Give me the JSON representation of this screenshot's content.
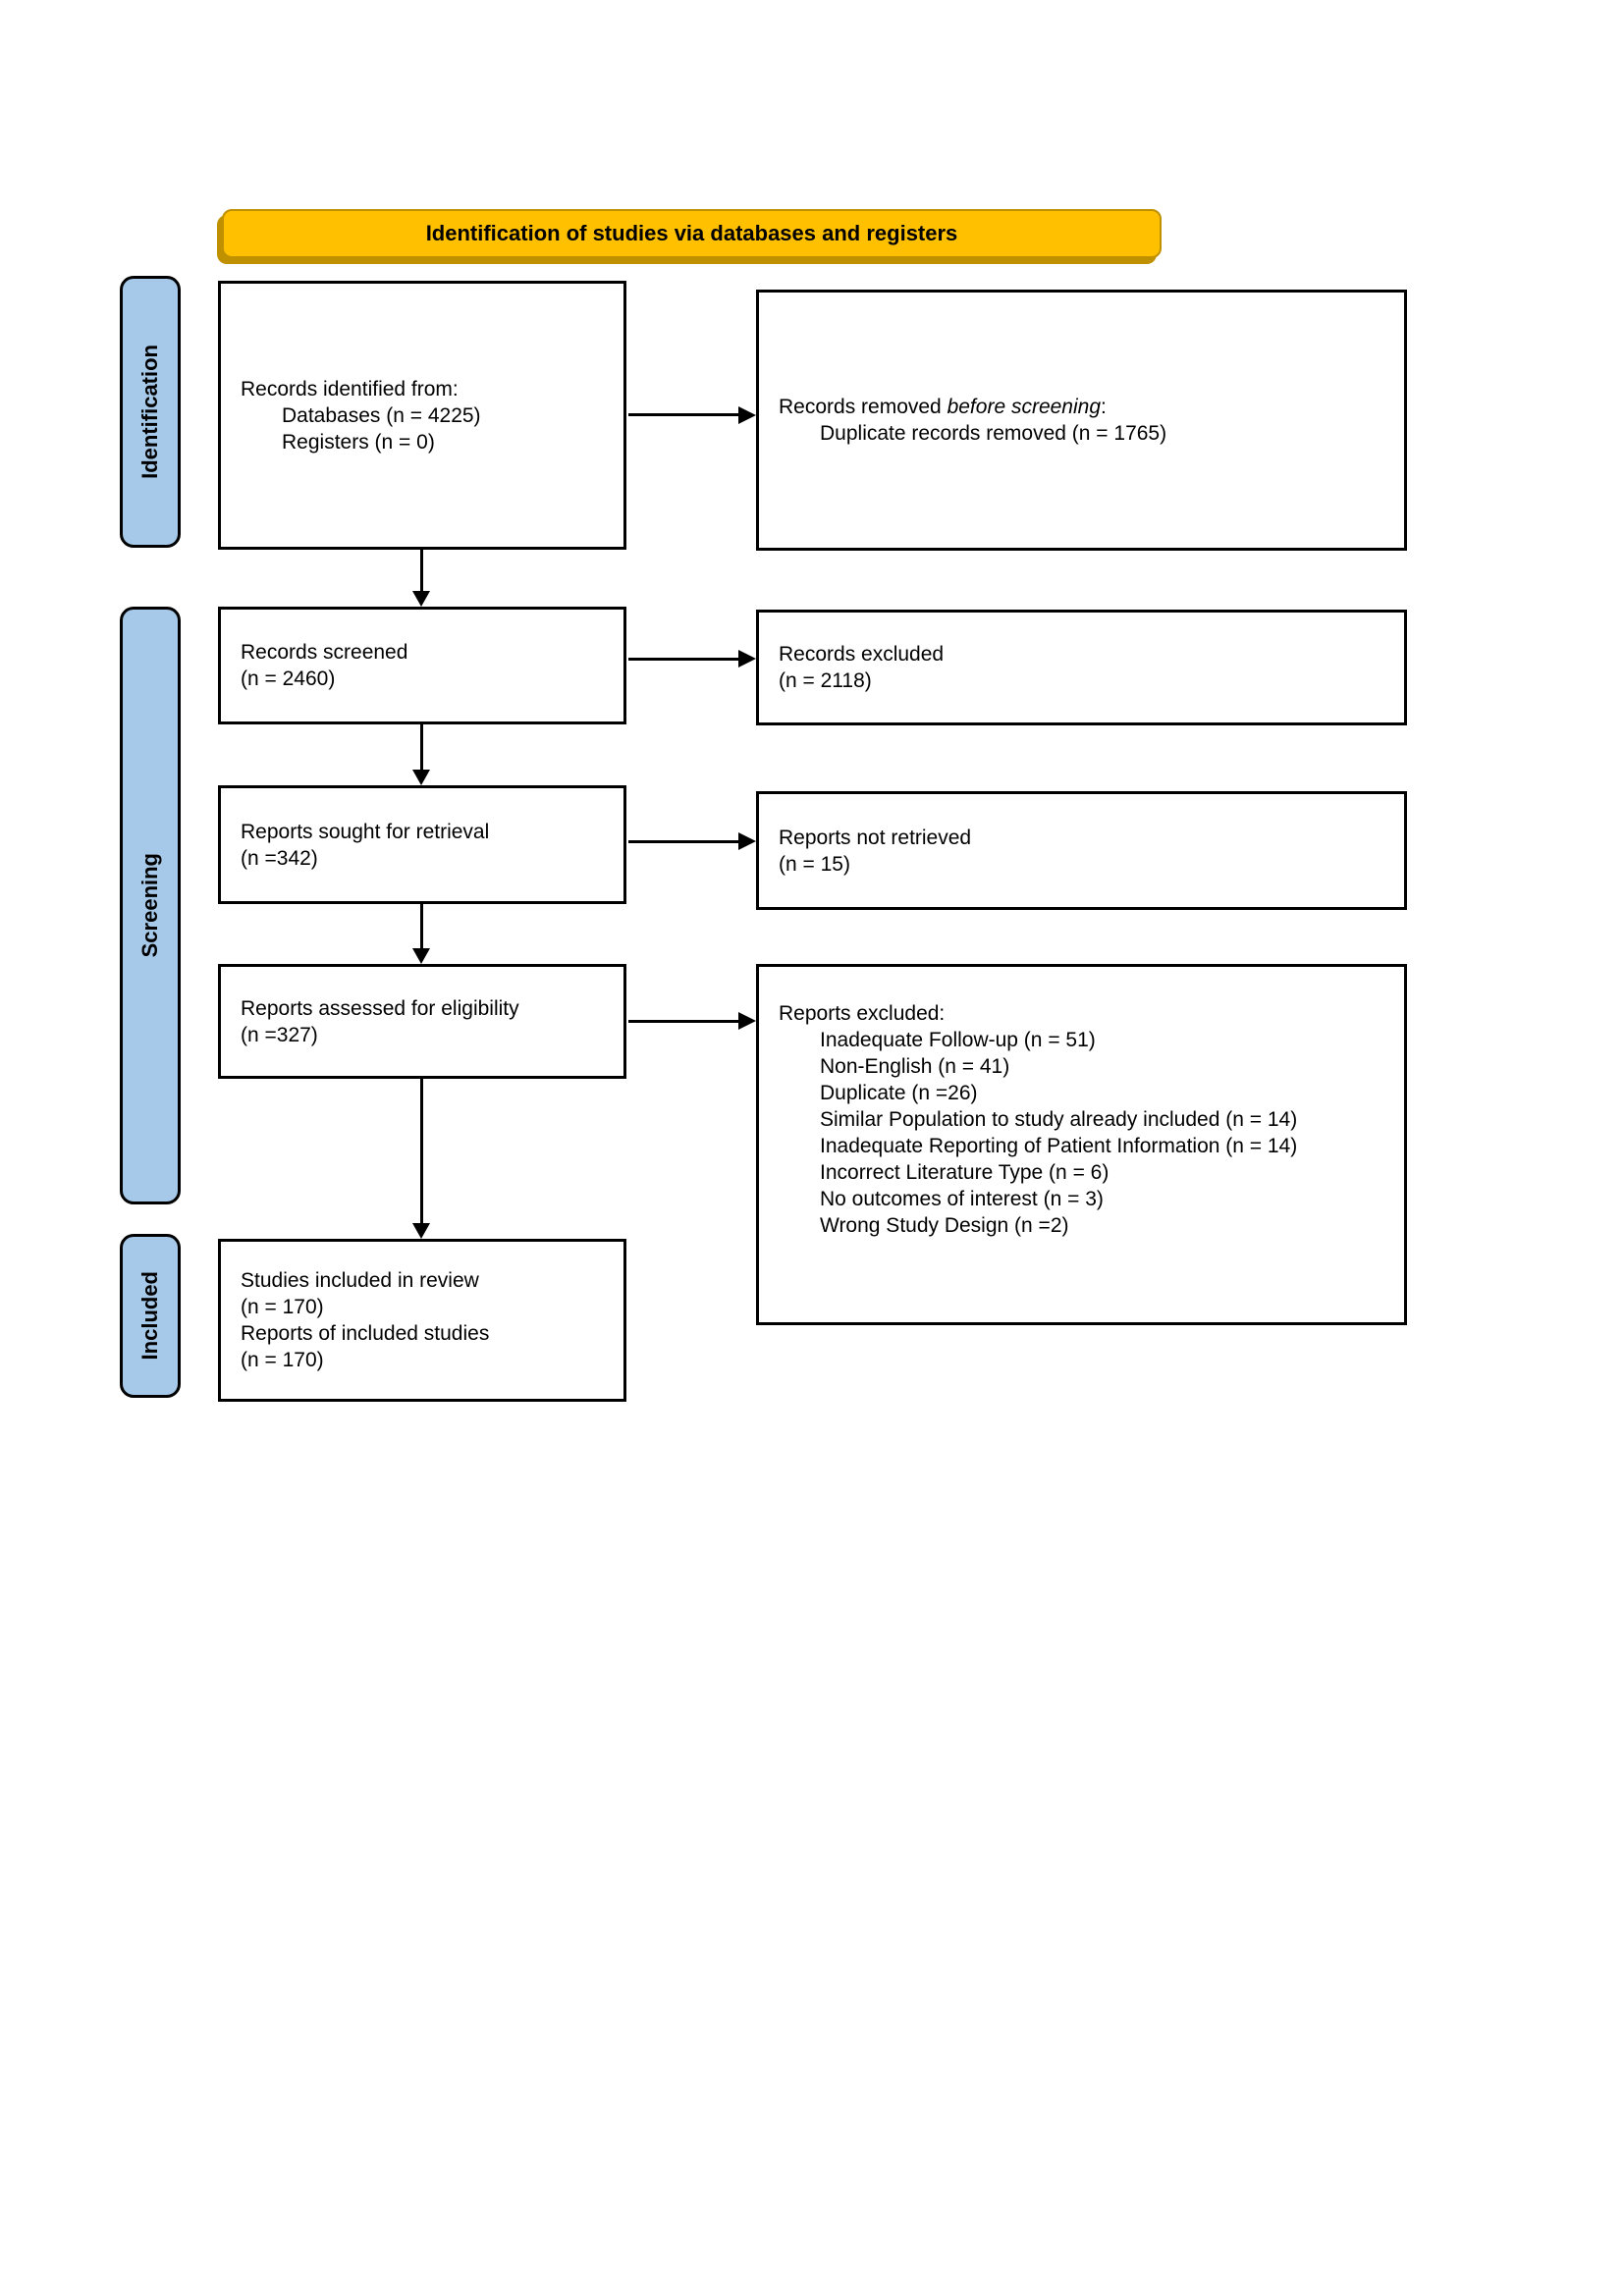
{
  "banner": {
    "title": "Identification of studies via databases and registers"
  },
  "sidebar": {
    "items": [
      {
        "label": "Identification"
      },
      {
        "label": "Screening"
      },
      {
        "label": "Included"
      }
    ]
  },
  "boxes": {
    "records_identified": {
      "line1": "Records identified from:",
      "line2": "Databases (n = 4225)",
      "line3": "Registers (n = 0)"
    },
    "records_removed": {
      "prefix": "Records removed ",
      "italic": "before screening",
      "suffix": ":",
      "line2": "Duplicate records removed (n = 1765)"
    },
    "records_screened": {
      "line1": "Records screened",
      "line2": "(n = 2460)"
    },
    "records_excluded": {
      "line1": "Records excluded",
      "line2": "(n = 2118)"
    },
    "reports_sought": {
      "line1": "Reports sought for retrieval",
      "line2": "(n =342)"
    },
    "reports_not_retrieved": {
      "line1": "Reports not retrieved",
      "line2": "(n = 15)"
    },
    "reports_assessed": {
      "line1": "Reports assessed for eligibility",
      "line2": "(n =327)"
    },
    "reports_excluded": {
      "title": "Reports excluded:",
      "reasons": [
        "Inadequate Follow-up (n = 51)",
        "Non-English (n = 41)",
        "Duplicate (n =26)",
        "Similar Population to study already included (n = 14)",
        "Inadequate Reporting of Patient Information (n = 14)",
        "Incorrect Literature Type (n = 6)",
        "No outcomes of interest (n = 3)",
        "Wrong Study Design (n =2)"
      ]
    },
    "studies_included": {
      "line1": "Studies included in review",
      "line2": "(n = 170)",
      "line3": "Reports of included studies",
      "line4": "(n = 170)"
    }
  },
  "colors": {
    "banner_fill": "#FFC000",
    "banner_border": "#BF9000",
    "sidebar_fill": "#A6C9E9",
    "box_border": "#000000",
    "text": "#000000",
    "background": "#FFFFFF"
  }
}
